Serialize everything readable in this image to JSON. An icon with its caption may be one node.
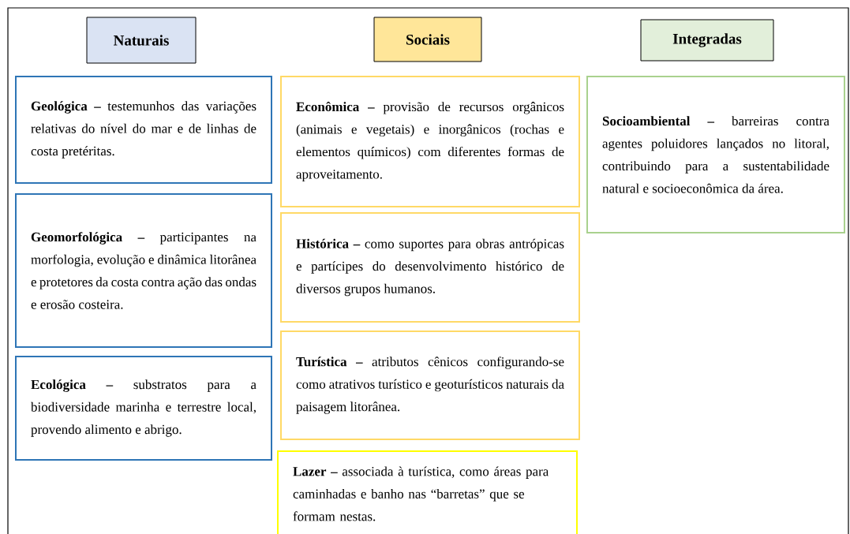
{
  "diagram": {
    "nodes": [
      {
        "text": [
          "Naturais"
        ]
      },
      {
        "text": [
          "**Geológica –** testemunhos das variações relativas do nível do mar e de linhas de costa pretéritas."
        ]
      },
      {
        "text": [
          "**Geomorfológica –** participantes na morfologia, evolução e dinâmica litorânea e protetores da costa contra ação das ondas e erosão costeira."
        ]
      },
      {
        "text": [
          "**Ecológica –** substratos para a biodiversidade marinha e terrestre local, provendo alimento e abrigo."
        ]
      },
      {
        "text": [
          "Sociais"
        ]
      },
      {
        "text": [
          "**Econômica –** provisão de recursos orgânicos (animais e vegetais) e inorgânicos (rochas e elementos químicos) com diferentes formas de aproveitamento."
        ]
      },
      {
        "text": [
          "**Histórica –** como suportes para obras antrópicas e partícipes do desenvolvimento histórico de diversos grupos humanos."
        ]
      },
      {
        "text": [
          "**Turística –** atributos cênicos configurando-se como atrativos turístico e geoturísticos naturais da paisagem litorânea."
        ]
      },
      {
        "text": [
          "**Lazer –** associada à turística, como áreas para caminhadas e banho nas “barretas” que se formam nestas."
        ]
      },
      {
        "text": [
          "Integradas"
        ]
      },
      {
        "text": [
          "**Socioambiental –** barreiras contra agentes poluidores lançados no litoral, contribuindo para a sustentabilidade natural e socioeconômica da área."
        ]
      }
    ]
  }
}
